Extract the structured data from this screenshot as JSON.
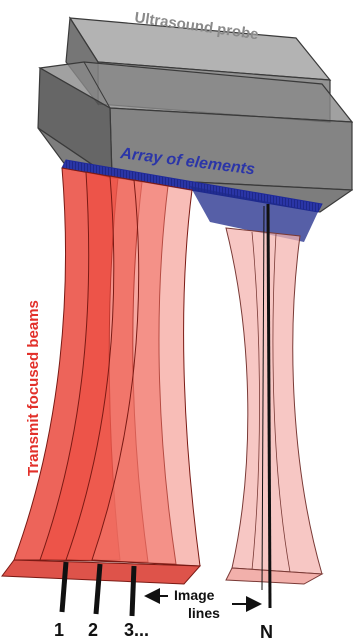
{
  "labels": {
    "probe": "Ultrasound probe",
    "array": "Array of elements",
    "beams": "Transmit focused beams",
    "image_lines_1": "Image",
    "image_lines_2": "lines"
  },
  "line_numbers": [
    "1",
    "2",
    "3...",
    "N"
  ],
  "colors": {
    "probe_fill": "#7d7d7d",
    "probe_edge": "#3a3a3a",
    "probe_label": "#8a8a8a",
    "array_blue": "#1f2a9a",
    "array_label": "#2b35a8",
    "beam_red": "#e8382b",
    "beam_red_light": "#f08a80",
    "beam_pink": "#f4b4b0",
    "beam_label": "#e2302a",
    "line_black": "#111111"
  }
}
